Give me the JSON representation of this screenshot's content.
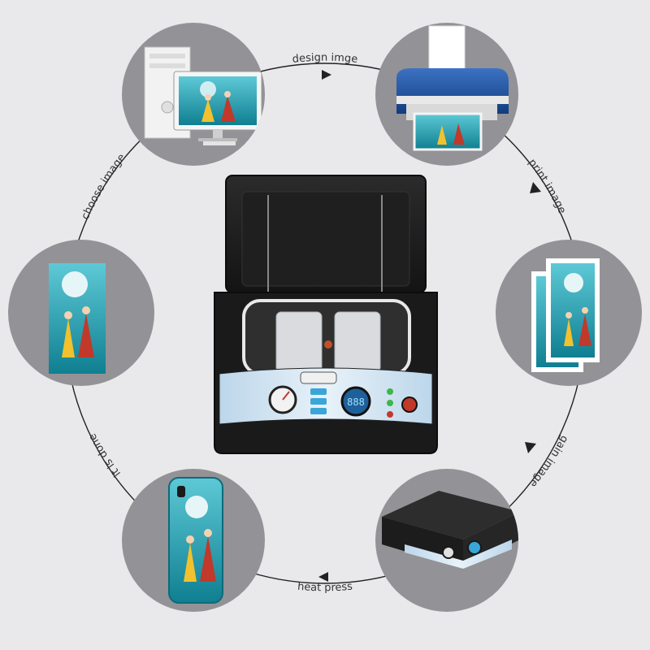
{
  "steps": [
    {
      "label": "design imge",
      "image": "computer-monitor"
    },
    {
      "label": "print image",
      "image": "inkjet-printer"
    },
    {
      "label": "gain image",
      "image": "printed-paper-sheets"
    },
    {
      "label": "heat press",
      "image": "sublimation-machine"
    },
    {
      "label": "it is done",
      "image": "printed-phone-case"
    },
    {
      "label": "choose image",
      "image": "artwork-card"
    }
  ],
  "machine": {
    "display_value": "888",
    "description": "3D vacuum sublimation heat press machine"
  },
  "colors": {
    "background": "#e9e8ea",
    "node_fill": "#939296",
    "ring_stroke": "#222222",
    "artwork_teal": "#1c9fb0",
    "machine_body": "#1e1e1f",
    "printer_blue": "#1f4f9e"
  }
}
